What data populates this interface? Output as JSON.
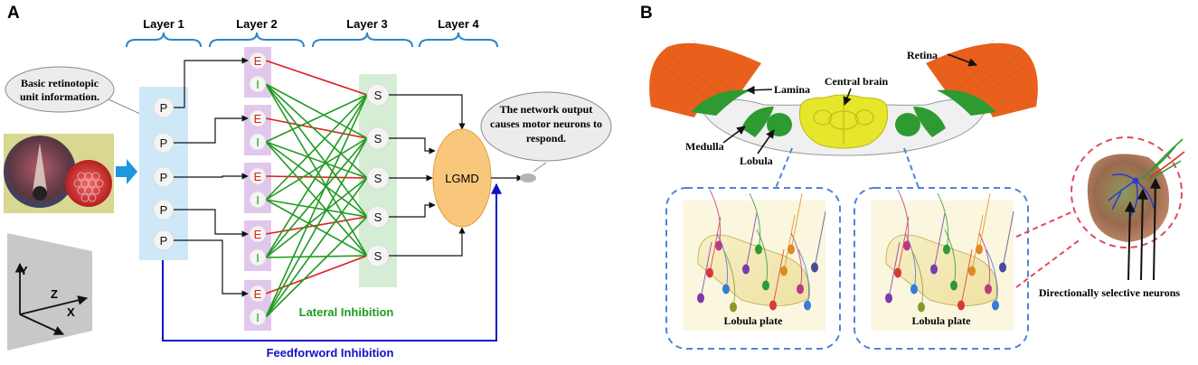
{
  "panel_a": {
    "label": "A",
    "layers": {
      "l1": "Layer 1",
      "l2": "Layer 2",
      "l3": "Layer 3",
      "l4": "Layer 4"
    },
    "p_label": "P",
    "e_label": "E",
    "i_label": "I",
    "s_label": "S",
    "lgmd_label": "LGMD",
    "callout_input": [
      "Basic retinotopic",
      "unit information."
    ],
    "callout_output": [
      "The network output",
      "causes motor neurons to",
      "respond."
    ],
    "lateral_inhibition": "Lateral Inhibition",
    "feedforward_inhibition": "Feedforword Inhibition",
    "axes": {
      "x": "X",
      "y": "Y",
      "z": "Z"
    },
    "colors": {
      "layer1_fill": "#cfe8f7",
      "layer2_fill": "#e2c7ec",
      "layer3_fill": "#d4edd4",
      "lgmd_fill": "#f8c77c",
      "excitatory": "#e31d1d",
      "inhibitory": "#219a21",
      "feedforward": "#1010c8",
      "brace": "#2c86c8",
      "input_arrow": "#1e96e0"
    }
  },
  "panel_b": {
    "label": "B",
    "retina": "Retina",
    "lamina": "Lamina",
    "central_brain": "Central brain",
    "medulla": "Medulla",
    "lobula": "Lobula",
    "lobula_plate_left": "Lobula plate",
    "lobula_plate_right": "Lobula plate",
    "dsn": "Directionally selective neurons",
    "colors": {
      "retina": "#e8601c",
      "optic_lobe": "#2e9a32",
      "central_brain": "#e6e62a",
      "dash_blue": "#4a86d8",
      "dash_red": "#e04a5a"
    }
  }
}
